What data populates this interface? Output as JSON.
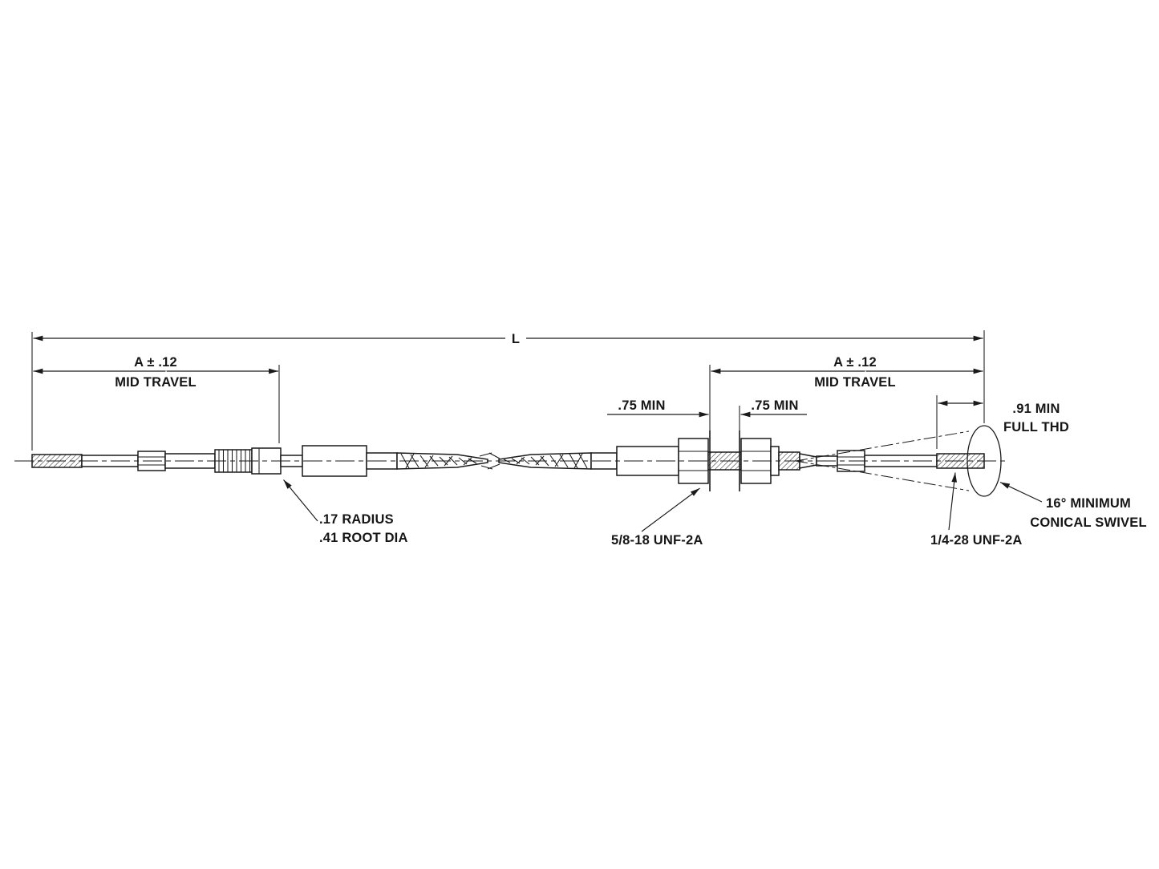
{
  "drawing": {
    "dims": {
      "overall": "L",
      "left_travel_value": "A  ±  .12",
      "left_travel_label": "MID TRAVEL",
      "right_travel_value": "A  ±  .12",
      "right_travel_label": "MID TRAVEL",
      "left_min": ".75 MIN",
      "right_min": ".75 MIN",
      "full_thd_value": ".91 MIN",
      "full_thd_label": "FULL THD"
    },
    "notes": {
      "radius_line1": ".17 RADIUS",
      "radius_line2": ".41 ROOT DIA",
      "bulkhead_thread": "5/8-18 UNF-2A",
      "rod_thread": "1/4-28 UNF-2A",
      "swivel_line1": "16° MINIMUM",
      "swivel_line2": "CONICAL SWIVEL"
    },
    "colors": {
      "line": "#1a1a1a",
      "background": "#ffffff"
    }
  }
}
